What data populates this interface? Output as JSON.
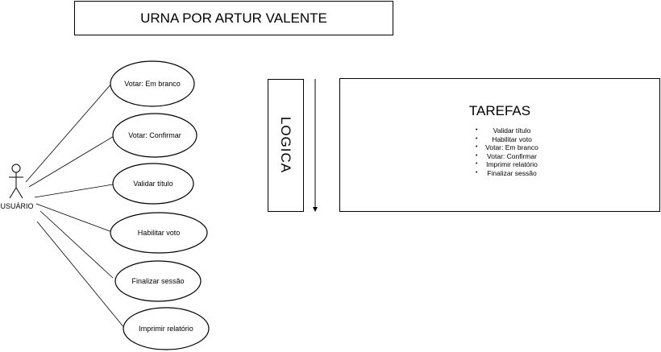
{
  "diagram": {
    "title": "URNA POR ARTUR VALENTE",
    "actor": {
      "label": "USUÁRIO"
    },
    "use_cases": [
      {
        "label": "Votar: Em branco"
      },
      {
        "label": "Votar: Confirmar"
      },
      {
        "label": "Validar título"
      },
      {
        "label": "Habilitar voto"
      },
      {
        "label": "Finalizar sessão"
      },
      {
        "label": "Imprimir relatório"
      }
    ],
    "logic": {
      "label": "LOGICA"
    },
    "tasks": {
      "title": "TAREFAS",
      "items": [
        "Validar título",
        "Habilitar voto",
        "Votar: Em branco",
        "Votar: Confirmar",
        "Imprimir relatório",
        "Finalizar sessão"
      ]
    }
  }
}
